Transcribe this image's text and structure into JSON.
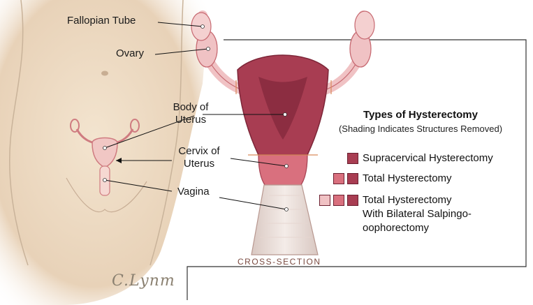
{
  "labels": {
    "fallopian_tube": "Fallopian Tube",
    "ovary": "Ovary",
    "body_of_uterus_1": "Body of",
    "body_of_uterus_2": "Uterus",
    "cervix_1": "Cervix of",
    "cervix_2": "Uterus",
    "vagina": "Vagina"
  },
  "legend": {
    "title": "Types of Hysterectomy",
    "subtitle": "(Shading Indicates Structures Removed)",
    "items": [
      {
        "label": "Supracervical Hysterectomy",
        "swatches": [
          "#a83d52"
        ]
      },
      {
        "label": "Total Hysterectomy",
        "swatches": [
          "#d9707e",
          "#a83d52"
        ]
      },
      {
        "label_lines": [
          "Total Hysterectomy",
          "With Bilateral Salpingo-",
          "oophorectomy"
        ],
        "swatches": [
          "#f0c2c4",
          "#d9707e",
          "#a83d52"
        ]
      }
    ]
  },
  "cross_section_label": "CROSS-SECTION",
  "signature": "C.Lynm",
  "colors": {
    "skin": "#ecd9c2",
    "uterus_dark": "#a83d52",
    "cervix": "#d9707e",
    "tube_light": "#f0c2c4",
    "outline": "#b0505e"
  }
}
